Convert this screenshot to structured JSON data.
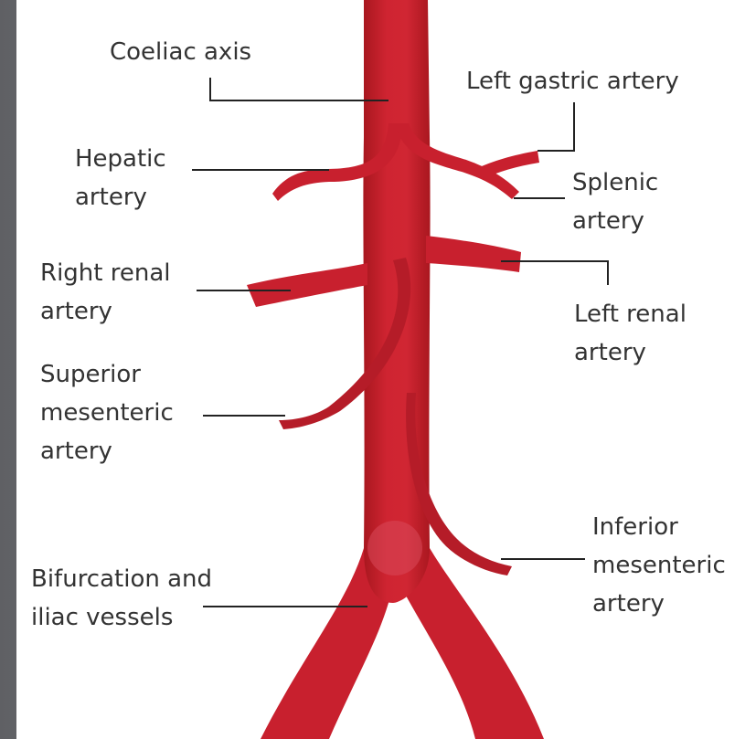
{
  "labels": {
    "coeliac_axis": "Coeliac axis",
    "left_gastric_artery": "Left gastric artery",
    "hepatic_artery_line1": "Hepatic",
    "hepatic_artery_line2": "artery",
    "splenic_artery_line1": "Splenic",
    "splenic_artery_line2": "artery",
    "right_renal_line1": "Right renal",
    "right_renal_line2": "artery",
    "left_renal_line1": "Left renal",
    "left_renal_line2": "artery",
    "superior_mesenteric_line1": "Superior",
    "superior_mesenteric_line2": "mesenteric",
    "superior_mesenteric_line3": "artery",
    "inferior_mesenteric_line1": "Inferior",
    "inferior_mesenteric_line2": "mesenteric",
    "inferior_mesenteric_line3": "artery",
    "bifurcation_line1": "Bifurcation and",
    "bifurcation_line2": "iliac vessels"
  },
  "colors": {
    "artery_fill": "#c8202e",
    "artery_dark": "#9e1621",
    "artery_highlight": "#e25a6a",
    "label_text": "#333333",
    "leader_line": "#222222",
    "background": "#ffffff"
  }
}
